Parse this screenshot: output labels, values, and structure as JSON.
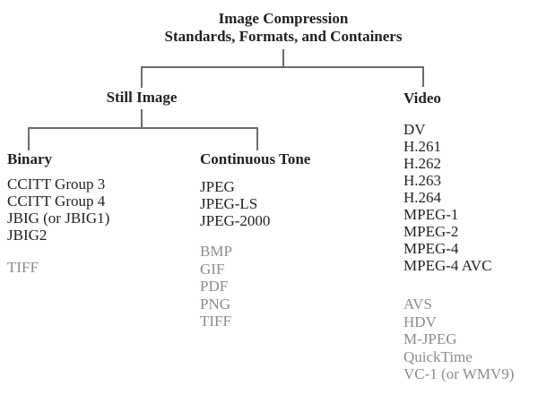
{
  "title": {
    "line1": "Image Compression",
    "line2": "Standards, Formats, and Containers"
  },
  "still_image": {
    "label": "Still Image"
  },
  "columns": {
    "binary": {
      "header": "Binary",
      "primary": [
        "CCITT Group 3",
        "CCITT Group 4",
        "JBIG (or JBIG1)",
        "JBIG2"
      ],
      "secondary": [
        "TIFF"
      ]
    },
    "continuous_tone": {
      "header": "Continuous Tone",
      "primary": [
        "JPEG",
        "JPEG-LS",
        "JPEG-2000"
      ],
      "secondary": [
        "BMP",
        "GIF",
        "PDF",
        "PNG",
        "TIFF"
      ]
    },
    "video": {
      "header": "Video",
      "primary": [
        "DV",
        "H.261",
        "H.262",
        "H.263",
        "H.264",
        "MPEG-1",
        "MPEG-2",
        "MPEG-4",
        "MPEG-4 AVC"
      ],
      "secondary": [
        "AVS",
        "HDV",
        "M-JPEG",
        "QuickTime",
        "VC-1 (or WMV9)"
      ]
    }
  },
  "colors": {
    "text_dark": "#231f20",
    "text_muted": "#8f8b87",
    "line": "#6e6c6a",
    "background": "#ffffff"
  }
}
